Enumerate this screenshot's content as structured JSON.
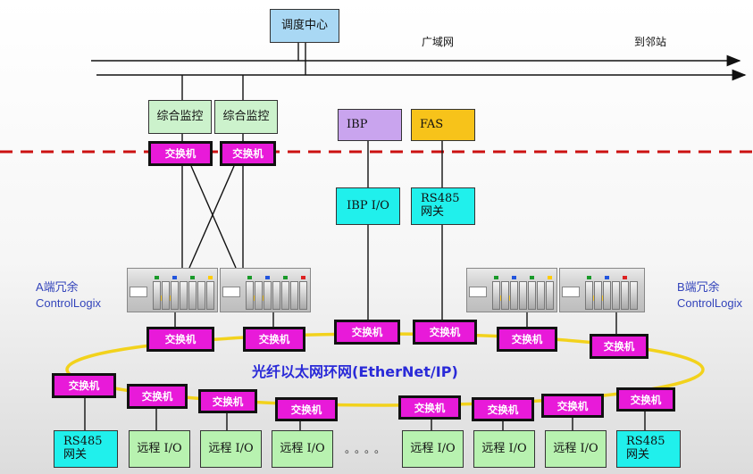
{
  "dispatch_center": "调度中心",
  "wan_label": "广域网",
  "to_station_label": "到邻站",
  "monitor_boxes": [
    "综合监控",
    "综合监控"
  ],
  "ibp_label": "IBP",
  "fas_label": "FAS",
  "ibp_io_label": "IBP I/O",
  "rs485_gateway": {
    "line1": "RS485",
    "line2": "网关"
  },
  "switch_label": "交换机",
  "side_a": {
    "line1": "A端冗余",
    "line2": "ControlLogix"
  },
  "side_b": {
    "line1": "B端冗余",
    "line2": "ControlLogix"
  },
  "ring_label": "光纤以太网环网(EtherNet/IP)",
  "remote_io_label": "远程 I/O",
  "ellipsis": "。。。。",
  "colors": {
    "dispatch": "#a9d8f4",
    "monitor": "#ccf2cc",
    "ibp": "#c9a4ee",
    "fas": "#f7c31a",
    "gateway": "#20f0ec",
    "remote_io": "#b8f2b0",
    "switch": "#e81ad9",
    "ring": "#f2d21c",
    "boundary": "#cc1111"
  },
  "icons": [
    "arrow-right-icon",
    "plc-rack-icon"
  ]
}
